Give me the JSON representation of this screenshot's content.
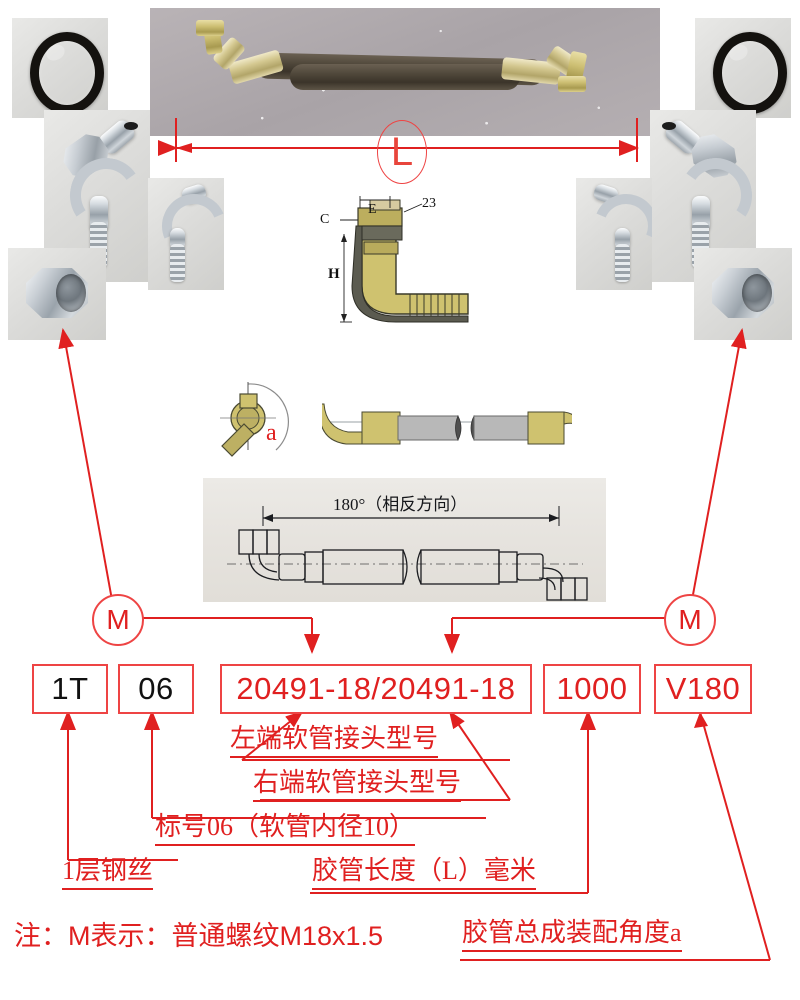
{
  "title": "Hydraulic hose assembly part-number decoding diagram",
  "dimension": {
    "length_label": "L"
  },
  "fitting_drawing": {
    "labels": [
      "C",
      "E",
      "H",
      "23"
    ]
  },
  "angle_diagram": {
    "label": "a"
  },
  "rotation_diagram": {
    "caption": "180°（相反方向）"
  },
  "thread_markers": {
    "left": "M",
    "right": "M"
  },
  "code_boxes": [
    {
      "name": "wire-layers",
      "value": "1T",
      "color": "#111111"
    },
    {
      "name": "dash-size",
      "value": "06",
      "color": "#111111"
    },
    {
      "name": "fitting-models",
      "value": "20491-18/20491-18",
      "color": "#e02020"
    },
    {
      "name": "hose-length",
      "value": "1000",
      "color": "#e02020"
    },
    {
      "name": "assembly-angle",
      "value": "V180",
      "color": "#e02020"
    }
  ],
  "annotations": {
    "left_fitting_model": "左端软管接头型号",
    "right_fitting_model": "右端软管接头型号",
    "dash_size_note": "标号06（软管内径10）",
    "wire_layers_note": "1层钢丝",
    "hose_length_note": "胶管长度（L）毫米",
    "assembly_angle_note": "胶管总成装配角度a",
    "footnote": "注：M表示：普通螺纹M18x1.5"
  },
  "photos": {
    "oring_left": "o-ring-photo",
    "oring_right": "o-ring-photo",
    "elbow_left_45": "elbow-fitting-photo",
    "elbow_left_90": "elbow-fitting-photo",
    "elbow_right_45": "elbow-fitting-photo",
    "elbow_right_90": "elbow-fitting-photo",
    "nut_left": "hex-nut-photo",
    "nut_right": "hex-nut-photo",
    "hose_assembly": "hose-assembly-photo"
  },
  "colors": {
    "annotation_red": "#e02020",
    "box_border": "#ee4444",
    "brass": "#cdbf73",
    "steel": "#b3bac0"
  }
}
